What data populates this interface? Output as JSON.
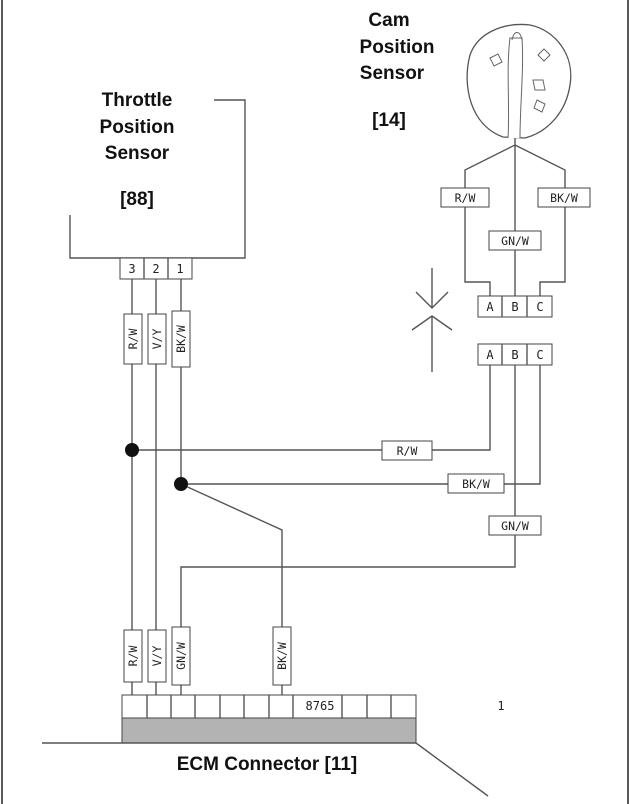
{
  "tps": {
    "title_lines": [
      "Throttle",
      "Position",
      "Sensor"
    ],
    "ref": "[88]",
    "pins": [
      "3",
      "2",
      "1"
    ]
  },
  "cam": {
    "title_lines": [
      "Cam",
      "Position",
      "Sensor"
    ],
    "ref": "[14]",
    "pins": [
      "A",
      "B",
      "C"
    ]
  },
  "connector_pins": [
    "A",
    "B",
    "C"
  ],
  "wire_labels": {
    "cam_rw": "R/W",
    "cam_gnw": "GN/W",
    "cam_bkw": "BK/W",
    "tps_rw": "R/W",
    "tps_vy": "V/Y",
    "tps_bkw": "BK/W",
    "h_rw": "R/W",
    "h_bkw": "BK/W",
    "h_gnw": "GN/W",
    "ecm_rw": "R/W",
    "ecm_vy": "V/Y",
    "ecm_gnw": "GN/W",
    "ecm_bkw": "BK/W"
  },
  "ecm": {
    "title": "ECM Connector [11]",
    "pin_numbers": "8765",
    "pin_one": "1"
  }
}
